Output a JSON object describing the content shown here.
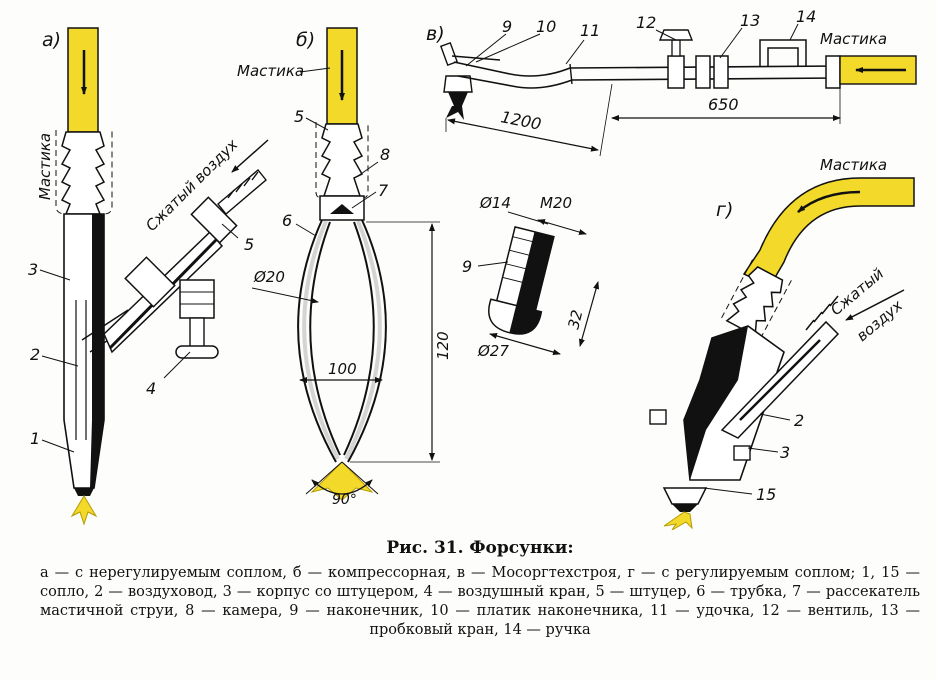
{
  "figure": {
    "panels": {
      "a": "а)",
      "b": "б)",
      "v": "в)",
      "g": "г)"
    },
    "labels": {
      "mastika": "Мастика",
      "compressed_air_line1": "Сжатый",
      "compressed_air_line2": "воздух",
      "compressed_air": "Сжатый воздух"
    },
    "parts": {
      "p1": "1",
      "p2": "2",
      "p3": "3",
      "p4": "4",
      "p5": "5",
      "p6": "6",
      "p7": "7",
      "p8": "8",
      "p9": "9",
      "p10": "10",
      "p11": "11",
      "p12": "12",
      "p13": "13",
      "p14": "14",
      "p15": "15"
    },
    "dimensions": {
      "d20": "Ø20",
      "len100": "100",
      "len120": "120",
      "angle": "90°",
      "len1200": "1200",
      "len650": "650",
      "d14": "Ø14",
      "m20": "M20",
      "len32": "32",
      "d27": "Ø27"
    },
    "colors": {
      "mastic": "#f2d92a",
      "line": "#111111",
      "paper": "#fdfdfb"
    }
  },
  "caption": {
    "title": "Рис. 31. Форсунки:",
    "body": "а — с нерегулируемым соплом, б — компрессорная, в — Мосоргтехстроя, г — с регулируемым соплом; 1, 15 — сопло, 2 — воздуховод, 3 — корпус со штуцером, 4 — воздушный кран, 5 — штуцер, 6 — трубка, 7 — рассекатель мастичной струи, 8 — камера, 9 — наконечник, 10 — платик наконечника, 11 — удочка, 12 — вентиль, 13 — пробковый кран, 14 — ручка"
  }
}
